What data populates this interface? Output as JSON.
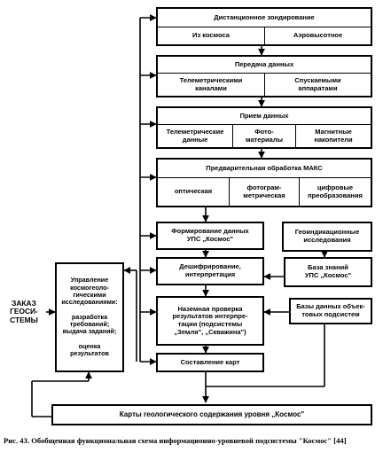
{
  "blocks": {
    "remote_sensing": {
      "title": "Дистанционное зондирование",
      "cells": [
        "Из космоса",
        "Аэровысотное"
      ]
    },
    "data_transfer": {
      "title": "Передача данных",
      "cells": [
        "Телеметрическими\nканалами",
        "Спускаемыми\nаппаратами"
      ]
    },
    "data_reception": {
      "title": "Прием данных",
      "cells": [
        "Телеметрические\nданные",
        "Фото-\nматериалы",
        "Магнитные\nнакопители"
      ]
    },
    "preprocessing": {
      "title": "Предварительная обработка МАКС",
      "cells": [
        "оптическая",
        "фотограм-\nметрическая",
        "цифровые\nпреобразования"
      ]
    },
    "data_formation": {
      "text": "Формирование данных\nУПС „Космос\""
    },
    "geoindication": {
      "text": "Геоиндикационные\nисследования"
    },
    "interpretation": {
      "text": "Дешифрирование,\nинтерпретация"
    },
    "knowledge_base": {
      "text": "База знаний\nУПС „Космос\""
    },
    "ground_check": {
      "text": "Наземная проверка\nрезультатов интерпре-\nтации (подсистемы\n„Земля\", „Скважина\")"
    },
    "object_db": {
      "text": "Базы данных объек-\nтовых подсистем"
    },
    "mapping": {
      "text": "Составление карт"
    },
    "management": {
      "text": "Управление\nкосмогеоло-\nгическими\nисследованиями:\n\nразработка\nтребований;\nвыдача заданий;\n\nоценка\nрезультатов"
    },
    "order": {
      "text": "ЗАКАЗ\nГЕОСИ-\nСТЕМЫ"
    },
    "maps_result": {
      "text": "Карты геологического содержания уровня „Космос\""
    }
  },
  "caption": "Рис. 43. Обобщенная функциональная схема информационно-уровневой подсистемы \"Космос\" [44]"
}
